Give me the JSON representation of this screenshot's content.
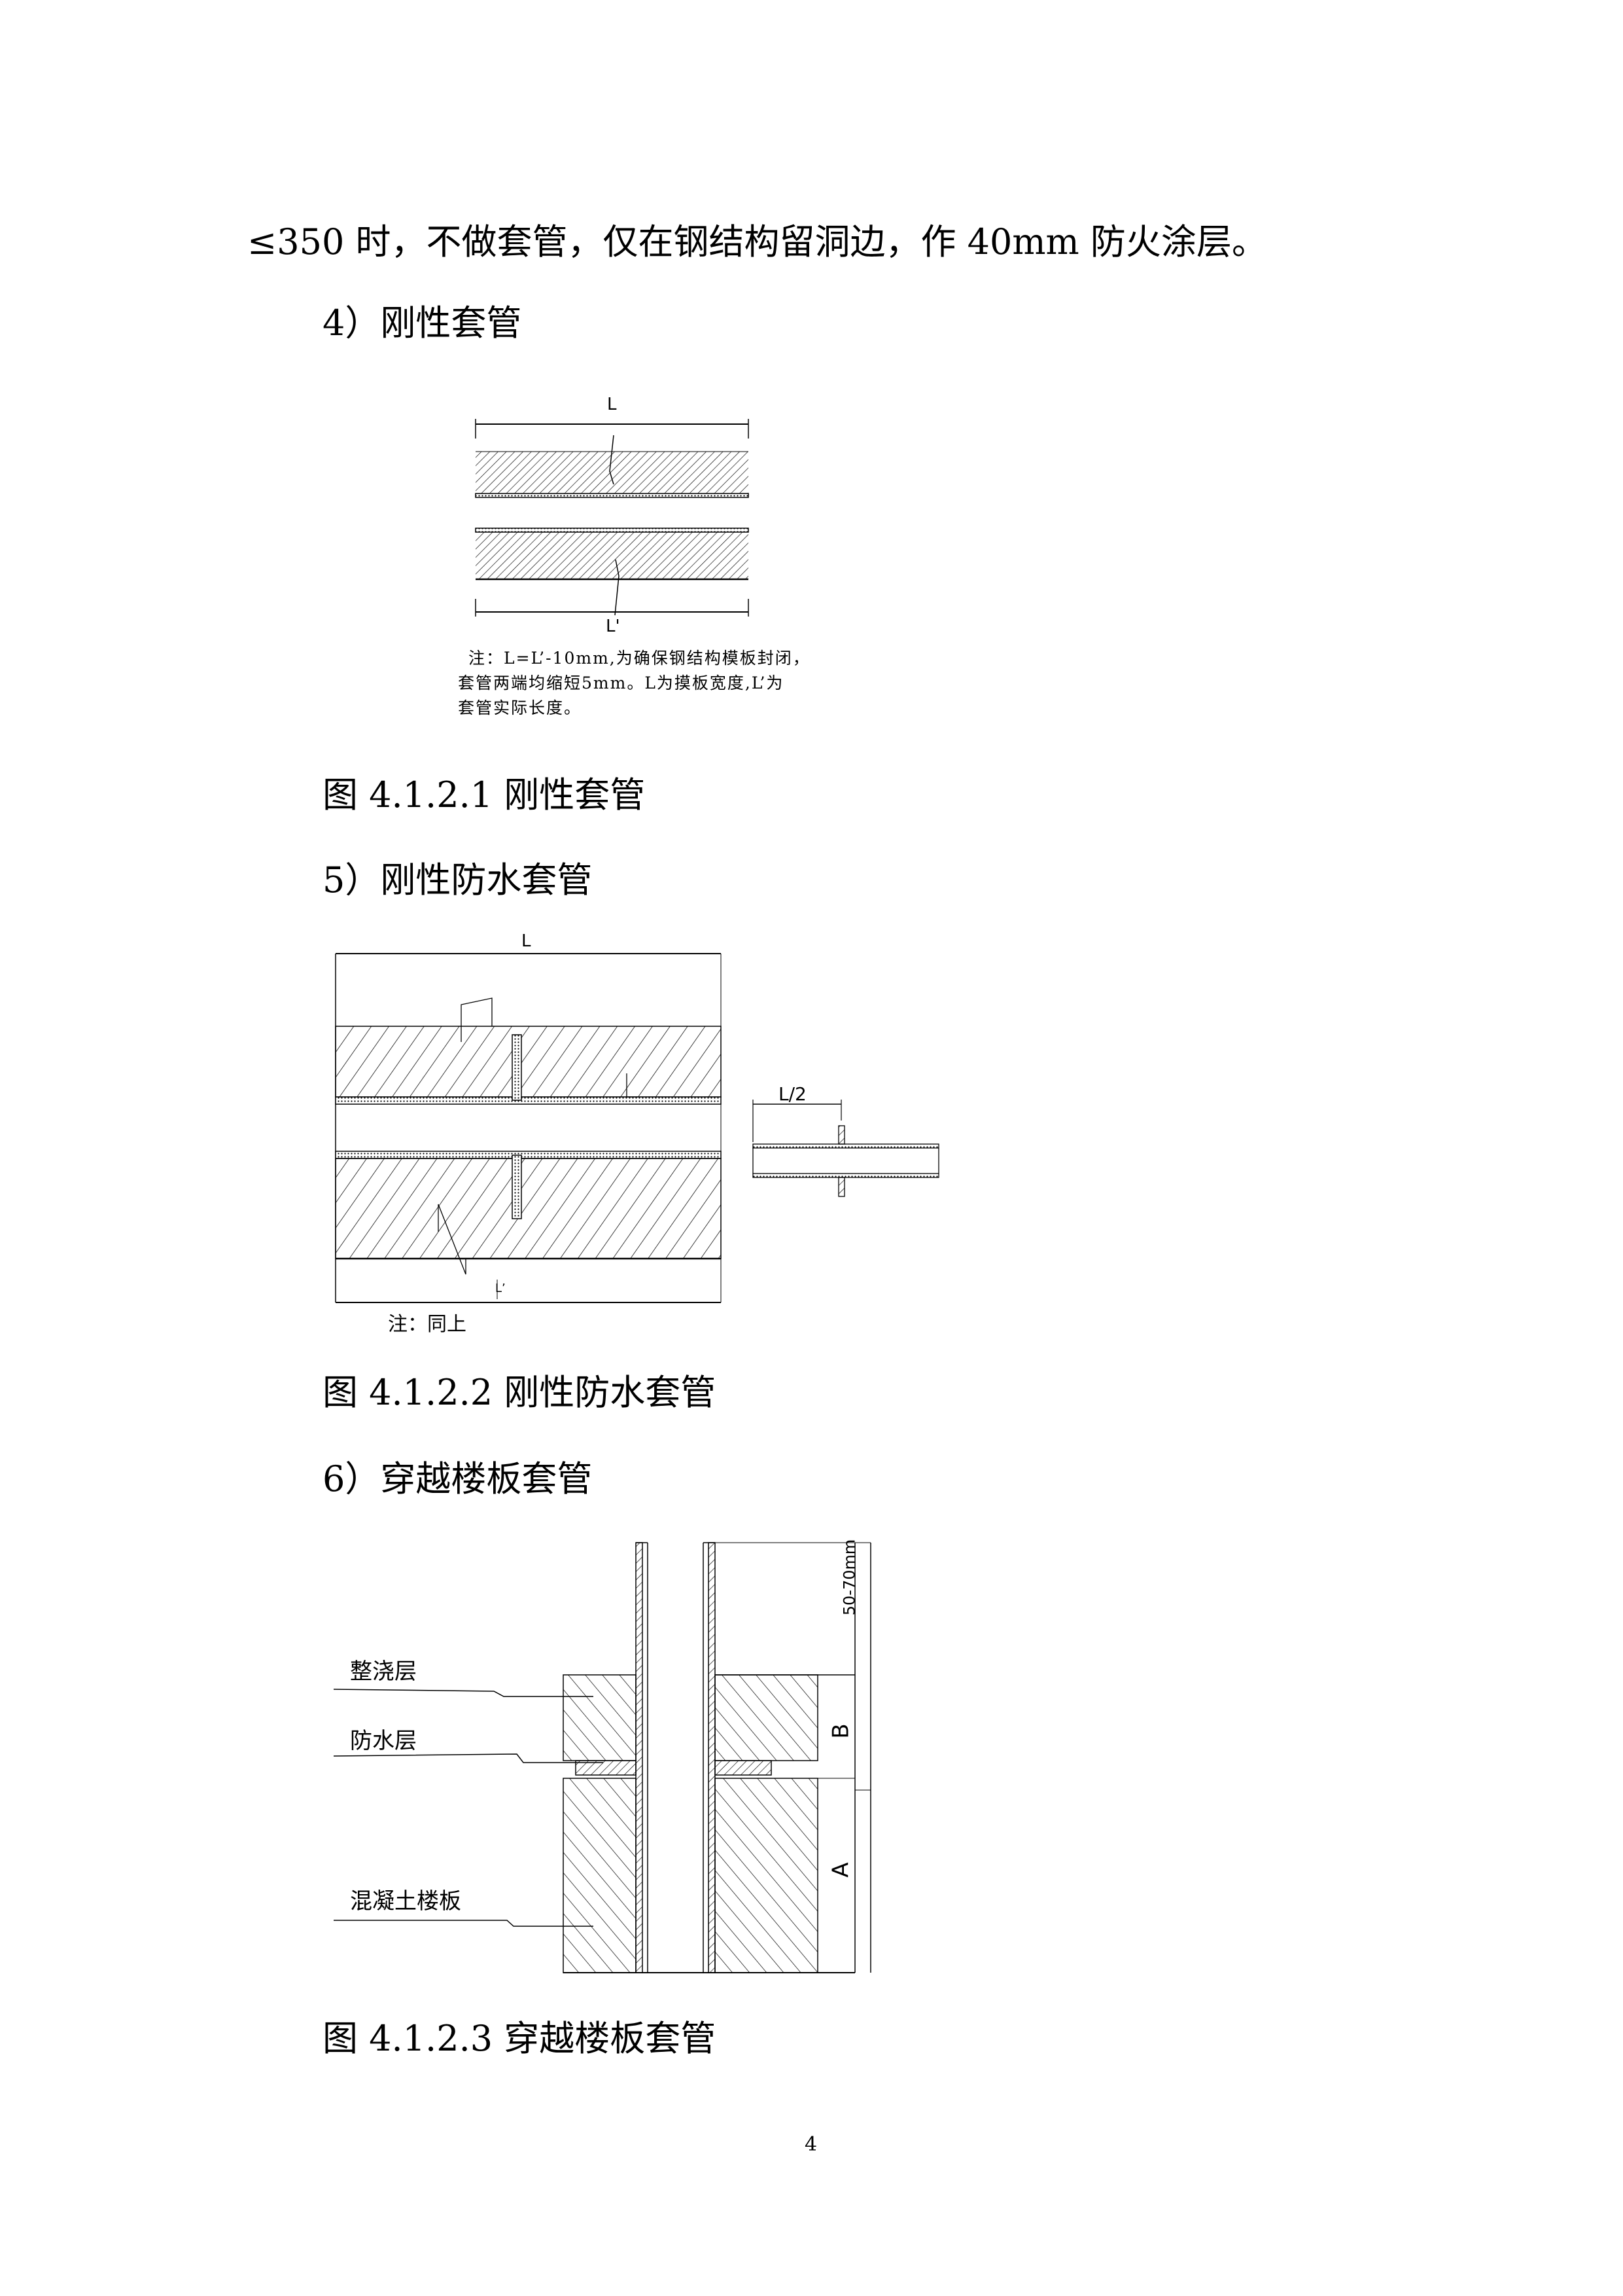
{
  "paragraph_continuation": "≤350 时，不做套管，仅在钢结构留洞边，作 40mm 防火涂层。",
  "sections": [
    {
      "heading": "4）刚性套管",
      "caption": "图 4.1.2.1 刚性套管"
    },
    {
      "heading": "5）刚性防水套管",
      "caption": "图 4.1.2.2 刚性防水套管"
    },
    {
      "heading": "6）穿越楼板套管",
      "caption": "图 4.1.2.3 穿越楼板套管"
    }
  ],
  "figure1": {
    "dim_top": "L",
    "dim_bottom": "L'",
    "note_lines": [
      "注：L=L’-10mm,为确保钢结构模板封闭，",
      "套管两端均缩短5mm。L为摸板宽度,L’为",
      "套管实际长度。"
    ]
  },
  "figure2": {
    "dim_top": "L",
    "dim_bottom": "L’",
    "detail_dim": "L/2",
    "note": "注：同上"
  },
  "figure3": {
    "labels": [
      "整浇层",
      "防水层",
      "混凝土楼板"
    ],
    "dim_top": "50-70mm",
    "dim_b": "B",
    "dim_a": "A"
  },
  "page_number": "4"
}
